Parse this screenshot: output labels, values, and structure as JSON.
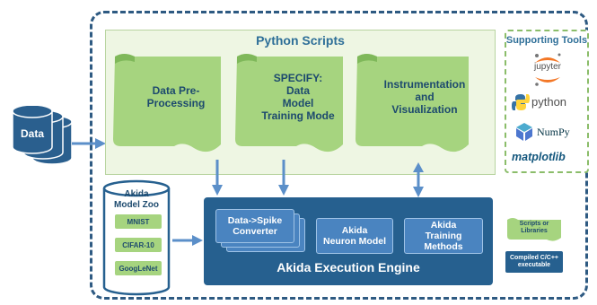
{
  "data_source": {
    "label": "Data"
  },
  "python_scripts": {
    "title": "Python Scripts",
    "items": [
      {
        "label": "Data Pre-\nProcessing"
      },
      {
        "label": "SPECIFY:\nData\nModel\nTraining Mode"
      },
      {
        "label": "Instrumentation\nand\nVisualization"
      }
    ]
  },
  "supporting_tools": {
    "title": "Supporting Tools",
    "items": [
      "jupyter",
      "python",
      "NumPy",
      "matplotlib"
    ],
    "jupyter_orange": "#f37726",
    "python_blue": "#3572a5",
    "python_yellow": "#ffd43b",
    "numpy_blue": "#4d77cf"
  },
  "model_zoo": {
    "title": "Akida\nModel Zoo",
    "items": [
      "MNIST",
      "CIFAR-10",
      "GoogLeNet"
    ]
  },
  "engine": {
    "title": "Akida Execution Engine",
    "components": [
      {
        "label": "Data->Spike\nConverter"
      },
      {
        "label": "Akida\nNeuron Model"
      },
      {
        "label": "Akida\nTraining Methods"
      }
    ]
  },
  "legend": {
    "scripts": "Scripts or\nLibraries",
    "compiled": "Compiled C/C++\nexecutable"
  },
  "colors": {
    "accent_blue": "#2e6f98",
    "engine_blue": "#26608f",
    "scroll_green": "#a6d47f",
    "panel_green": "#eef6e3"
  }
}
